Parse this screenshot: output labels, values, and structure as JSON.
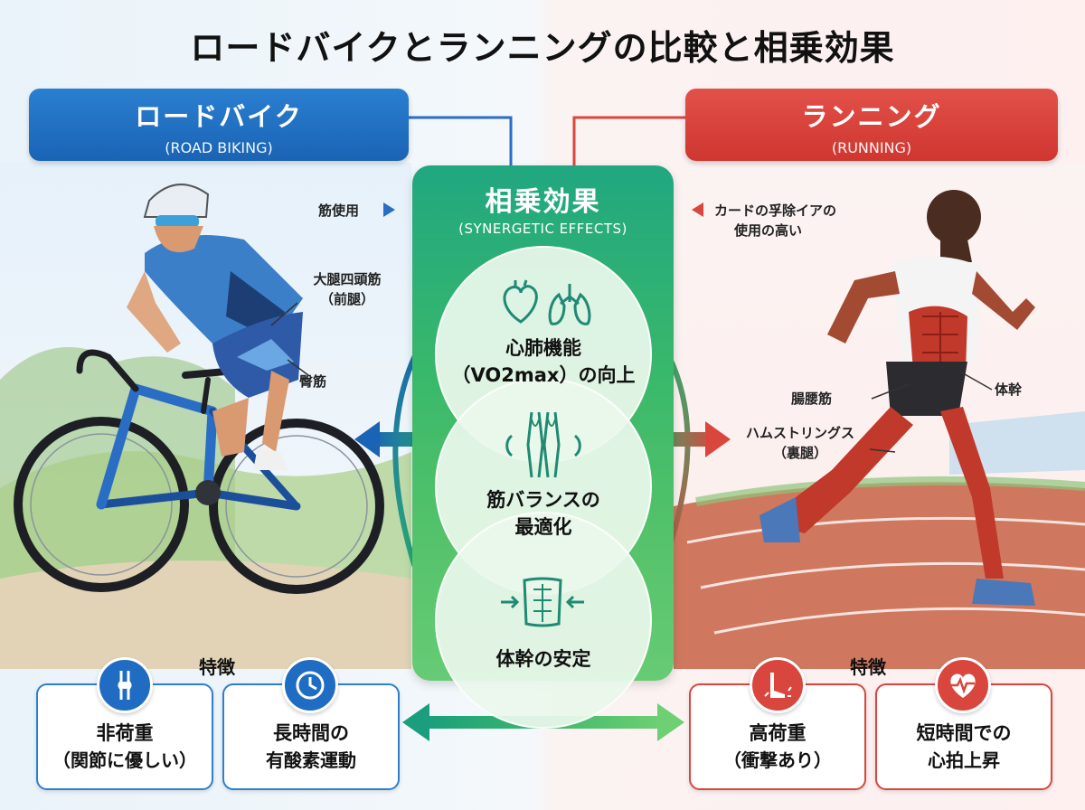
{
  "title": "ロードバイクとランニングの比較と相乗効果",
  "bike": {
    "title": "ロードバイク",
    "subtitle": "(ROAD BIKING)",
    "muscle_label": "筋使用",
    "quad_label_1": "大腿四頭筋",
    "quad_label_2": "（前腿）",
    "glute_label": "臀筋",
    "features_title": "特徴",
    "features": [
      {
        "line1": "非荷重",
        "line2": "（関節に優しい）",
        "icon": "knee-joint-icon"
      },
      {
        "line1": "長時間の",
        "line2": "有酸素運動",
        "icon": "clock-icon"
      }
    ],
    "accent": "#1a63b5"
  },
  "run": {
    "title": "ランニング",
    "subtitle": "(RUNNING)",
    "note_line1": "カードの孚除イアの",
    "note_line2": "使用の高い",
    "core_label": "体幹",
    "psoas_label": "腸腰筋",
    "hamstring_label_1": "ハムストリングス",
    "hamstring_label_2": "（裏腿）",
    "features_title": "特徴",
    "features": [
      {
        "line1": "高荷重",
        "line2": "（衝撃あり）",
        "icon": "impact-foot-icon"
      },
      {
        "line1": "短時間での",
        "line2": "心拍上昇",
        "icon": "heart-rate-icon"
      }
    ],
    "accent": "#cf3630"
  },
  "synergy": {
    "title": "相乗効果",
    "subtitle": "(SYNERGETIC EFFECTS)",
    "items": [
      {
        "line1": "心肺機能",
        "line2": "（VO2max）の向上",
        "icon": "heart-lungs-icon"
      },
      {
        "line1": "筋バランスの",
        "line2": "最適化",
        "icon": "leg-muscles-icon"
      },
      {
        "line1": "体幹の安定",
        "line2": "",
        "icon": "core-abs-icon"
      }
    ],
    "accent": "#2bb06f"
  }
}
